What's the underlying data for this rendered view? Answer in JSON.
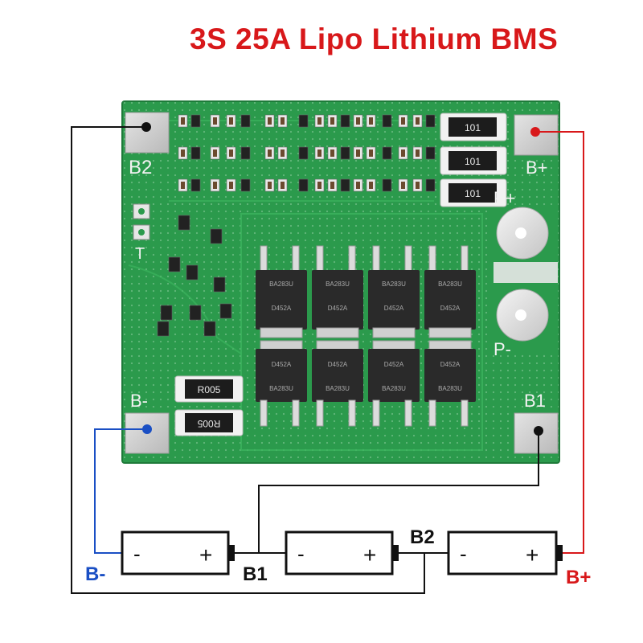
{
  "title": "3S 25A Lipo Lithium BMS",
  "board": {
    "labels": {
      "b2": "B2",
      "b_plus": "B+",
      "p_plus": "P+",
      "t": "T",
      "p_minus": "P-",
      "b_minus": "B-",
      "b1": "B1"
    },
    "resistors_top": [
      "101",
      "101",
      "101"
    ],
    "shunts": [
      "R005",
      "R005"
    ],
    "mosfet_top_marks": [
      "BA283U",
      "BA283U",
      "BA283U",
      "BA283U"
    ],
    "mosfet_top_codes": [
      "D452A",
      "D452A",
      "D452A",
      "D452A"
    ],
    "mosfet_bottom_codes": [
      "D452A",
      "D452A",
      "D452A",
      "D452A"
    ],
    "mosfet_bottom_marks": [
      "BA283U",
      "BA283U",
      "BA283U",
      "BA283U"
    ]
  },
  "cells": [
    {
      "minus": "-",
      "plus": "+"
    },
    {
      "minus": "-",
      "plus": "+"
    },
    {
      "minus": "-",
      "plus": "+"
    }
  ],
  "wiring_labels": {
    "b_minus": "B-",
    "b1": "B1",
    "b2": "B2",
    "b_plus": "B+"
  },
  "colors": {
    "title": "#d8181a",
    "pcb": "#2b9a4c",
    "b_minus_wire": "#1a4fc4",
    "b_plus_wire": "#d8181a",
    "wire": "#111111"
  }
}
